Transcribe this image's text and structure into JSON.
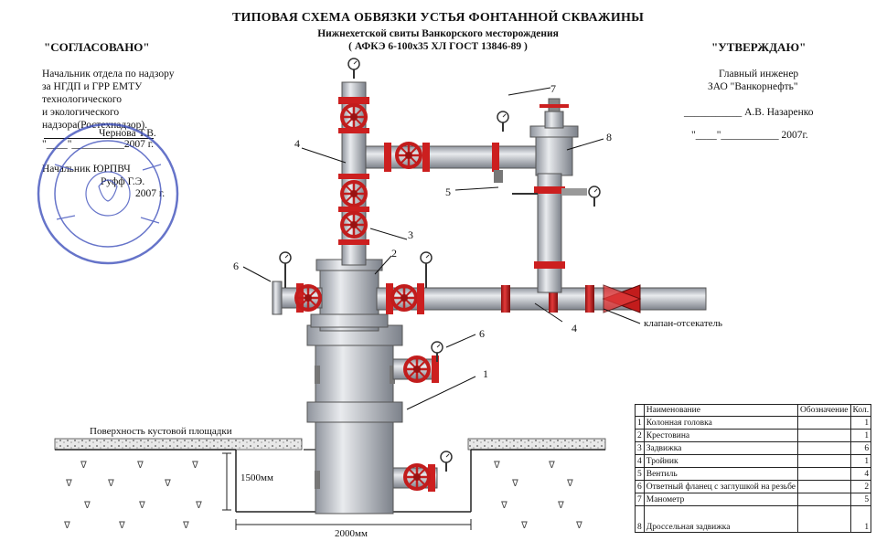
{
  "title": "ТИПОВАЯ СХЕМА ОБВЯЗКИ УСТЬЯ ФОНТАННОЙ СКВАЖИНЫ",
  "subtitle": "Нижнехетской свиты Ванкорского месторождения",
  "spec_line": "( АФКЭ 6-100х35 ХЛ ГОСТ 13846-89 )",
  "approval_left": {
    "heading": "\"СОГЛАСОВАНО\"",
    "line1": "Начальник отдела по надзору",
    "line2": "за НГДП и ГРР ЕМТУ",
    "line3": "технологического",
    "line4": "и экологического",
    "line5": "надзора(Ростехнадзор).",
    "name1": "Чернова Т.В.",
    "date1": "\"____\"__________2007 г.",
    "role2": "Начальник ЮРПВЧ",
    "name2": "Руфф Г.Э.",
    "date2": "2007 г."
  },
  "approval_right": {
    "heading": "\"УТВЕРЖДАЮ\"",
    "line1": "Главный инженер",
    "line2": "ЗАО \"Ванкорнефть\"",
    "name": "___________ А.В. Назаренко",
    "date": "\"____\"___________ 2007г."
  },
  "labels": {
    "surface": "Поверхность кустовой площадки",
    "depth": "1500мм",
    "width": "2000мм",
    "cutoff_valve": "клапан-отсекатель"
  },
  "callouts": [
    "1",
    "2",
    "3",
    "4",
    "5",
    "6",
    "7",
    "8",
    "4",
    "6"
  ],
  "table": {
    "headers": [
      "Наименование",
      "Обозначение",
      "Кол."
    ],
    "rows": [
      {
        "n": "1",
        "name": "Колонная головка",
        "qty": "1"
      },
      {
        "n": "2",
        "name": "Крестовина",
        "qty": "1"
      },
      {
        "n": "3",
        "name": "Задвижка",
        "qty": "6"
      },
      {
        "n": "4",
        "name": "Тройник",
        "qty": "1"
      },
      {
        "n": "5",
        "name": "Вентиль",
        "qty": "4"
      },
      {
        "n": "6",
        "name": "Ответный фланец с заглушкой на резьбе",
        "qty": "2"
      },
      {
        "n": "7",
        "name": "Манометр",
        "qty": "5"
      },
      {
        "n": "8",
        "name": "Дроссельная задвижка",
        "qty": "1"
      }
    ]
  },
  "colors": {
    "pipe": "#c9ccd3",
    "pipe_dark": "#8d929c",
    "valve": "#cc1f1f",
    "flange": "#a0a4ac",
    "stamp": "#3346b8",
    "soil": "#7a7a7a"
  }
}
